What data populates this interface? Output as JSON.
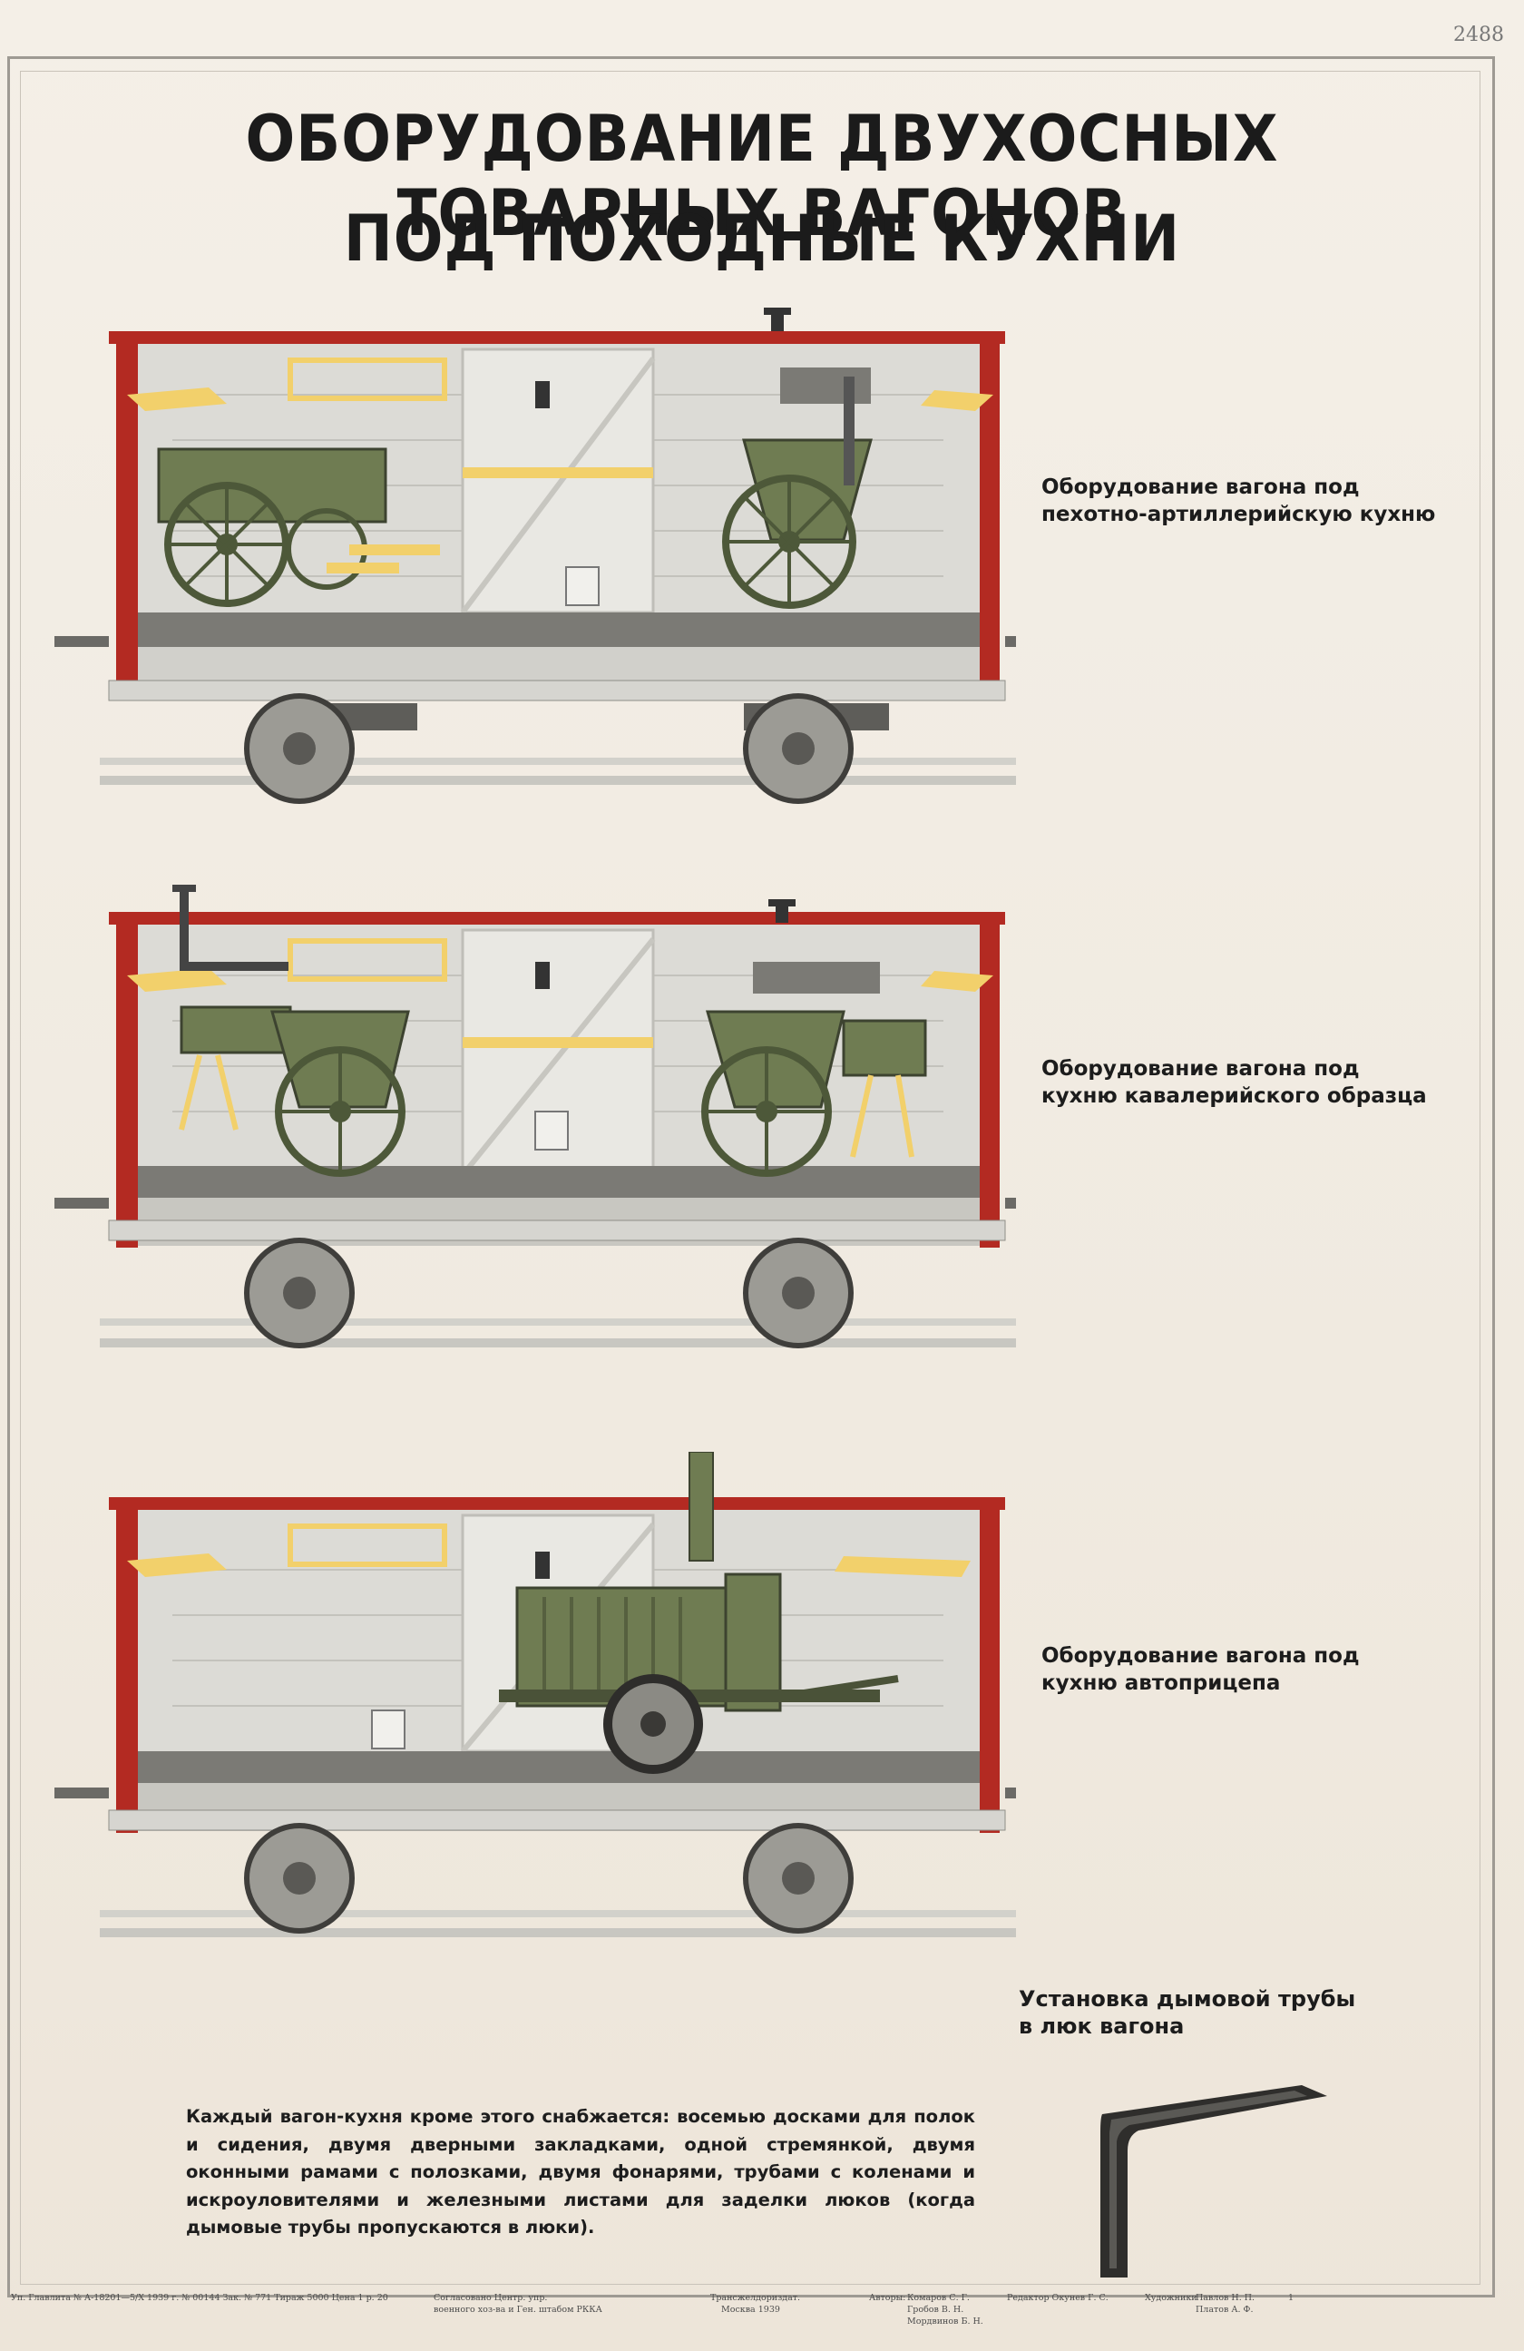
{
  "sheet_number": "2488",
  "title": {
    "line1": "ОБОРУДОВАНИЕ ДВУХОСНЫХ ТОВАРНЫХ ВАГОНОВ",
    "line2": "ПОД ПОХОДНЫЕ КУХНИ"
  },
  "sections": [
    {
      "caption_line1": "Оборудование вагона под",
      "caption_line2": "пехотно-артиллерийскую кухню"
    },
    {
      "caption_line1": "Оборудование вагона под",
      "caption_line2": "кухню кавалерийского образца"
    },
    {
      "caption_line1": "Оборудование вагона под",
      "caption_line2": "кухню автоприцепа"
    }
  ],
  "chimney": {
    "caption_line1": "Установка дымовой трубы",
    "caption_line2": "в люк вагона"
  },
  "description": "Каждый вагон-кухня кроме этого снабжается: восемью досками для полок и сидения, двумя дверными закладками, одной стремянкой, двумя оконными рамами с полозками, двумя фонарями, трубами с коленами и искроуловителями и железными листами для заделки люков (когда дымовые трубы пропускаются в люки).",
  "footer": {
    "f1": "Уп. Главлита № А-18201—5/X 1939 г. № 00144 Зак. № 771 Тираж 5000 Цена 1 р. 20",
    "f2a": "Согласовано Центр. упр.",
    "f2b": "военного хоз-ва и Ген. штабом РККА",
    "f3a": "Трансжелдориздат.",
    "f3b": "Москва 1939",
    "f4label": "Авторы:",
    "f4a": "Комаров С. Г.",
    "f4b": "Гробов В. Н.",
    "f4c": "Мордвинов Б. Н.",
    "f5": "Редактор Окунев Г. С.",
    "f6label": "Художники",
    "f6a": "Павлов Н. П.",
    "f6b": "Платов А. Ф.",
    "f7": "1"
  },
  "colors": {
    "roof_red": "#b32a22",
    "kitchen_green": "#6f7c52",
    "wall_grey": "#d6d5d0",
    "floor_grey": "#7b7a75",
    "shelf_yellow": "#f2d06b"
  }
}
